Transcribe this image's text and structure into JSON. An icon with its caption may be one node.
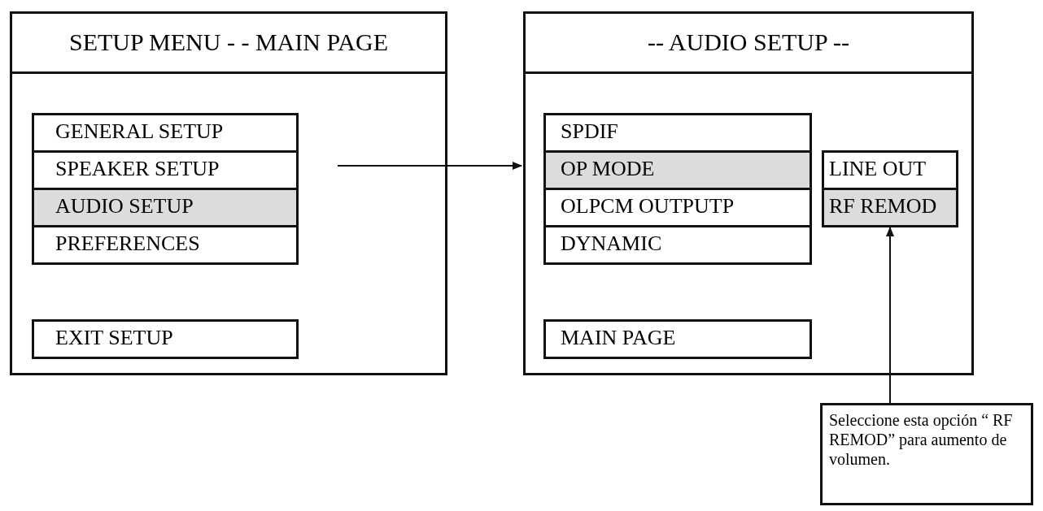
{
  "diagram": {
    "nodes": [
      {
        "text": [
          "SETUP MENU - - MAIN PAGE"
        ]
      },
      {
        "text": [
          "GENERAL SETUP"
        ],
        "in": 0
      },
      {
        "text": [
          "SPEAKER SETUP"
        ],
        "in": 0
      },
      {
        "text": [
          "AUDIO SETUP"
        ],
        "in": 0
      },
      {
        "text": [
          "PREFERENCES"
        ],
        "in": 0
      },
      {
        "text": [
          "EXIT SETUP"
        ],
        "in": 0
      },
      {
        "text": [
          "-- AUDIO SETUP --"
        ]
      },
      {
        "text": [
          "SPDIF"
        ],
        "in": 6
      },
      {
        "text": [
          "OP MODE"
        ],
        "in": 6
      },
      {
        "text": [
          "OLPCM OUTPUTP"
        ],
        "in": 6
      },
      {
        "text": [
          "DYNAMIC"
        ],
        "in": 6
      },
      {
        "text": [
          "LINE OUT"
        ],
        "in": 6
      },
      {
        "text": [
          "RF REMOD"
        ],
        "in": 6
      },
      {
        "text": [
          "MAIN PAGE"
        ],
        "in": 6
      },
      {
        "text": [
          "Seleccione esta opción “ RF REMOD” para aumento de volumen."
        ]
      }
    ],
    "edges": [
      {
        "from": null,
        "to": 6,
        "arrow": "to"
      },
      {
        "from": 14,
        "to": 12,
        "arrow": "to"
      }
    ]
  }
}
